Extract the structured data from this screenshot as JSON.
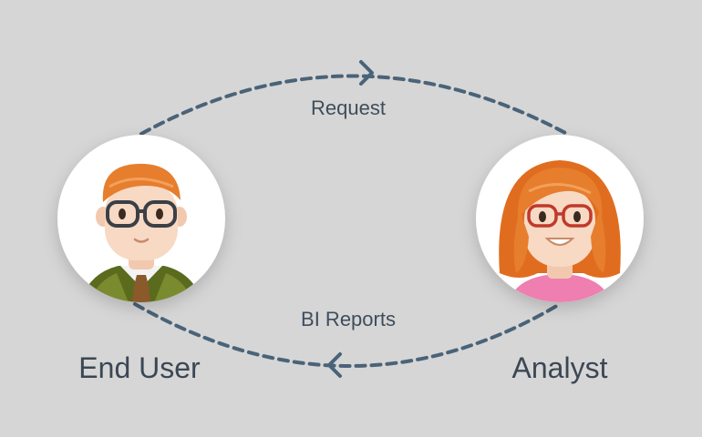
{
  "diagram": {
    "edges": {
      "top_label": "Request",
      "bottom_label": "BI Reports"
    },
    "actors": {
      "left_label": "End User",
      "right_label": "Analyst"
    },
    "colors": {
      "background": "#d6d6d6",
      "arrow": "#4a6378",
      "text": "#3f4d5c",
      "hair": "#e67e2e",
      "suit": "#5b6b1e",
      "tie": "#8a5a2b",
      "top_pink": "#ee7fb0"
    }
  }
}
